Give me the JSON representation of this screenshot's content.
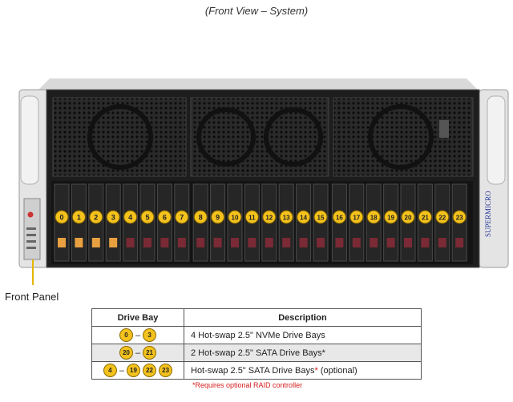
{
  "caption": "(Front View – System)",
  "brand": "SUPERMICRO",
  "front_panel_label": "Front Panel",
  "bays": [
    "0",
    "1",
    "2",
    "3",
    "4",
    "5",
    "6",
    "7",
    "8",
    "9",
    "10",
    "11",
    "12",
    "13",
    "14",
    "15",
    "16",
    "17",
    "18",
    "19",
    "20",
    "21",
    "22",
    "23"
  ],
  "nvme_bays": 4,
  "legend": {
    "header_bay": "Drive Bay",
    "header_desc": "Description",
    "rows": [
      {
        "bays": [
          "0",
          "3"
        ],
        "desc": "4 Hot-swap 2.5\" NVMe Drive Bays",
        "star": "",
        "suffix": ""
      },
      {
        "bays": [
          "20",
          "21"
        ],
        "desc": "2 Hot-swap 2.5\" SATA Drive Bays",
        "star": "*",
        "suffix": ""
      },
      {
        "bays": [
          "4",
          "19",
          "22",
          "23"
        ],
        "desc": "Hot-swap 2.5\" SATA Drive Bays",
        "star": "*",
        "suffix": " (optional)"
      }
    ],
    "note": "*Requires optional RAID controller"
  },
  "colors": {
    "badge": "#f4c21d",
    "nvme_latch": "#e8a040",
    "sata_latch": "#7a2a35",
    "note": "#d41b1b"
  }
}
